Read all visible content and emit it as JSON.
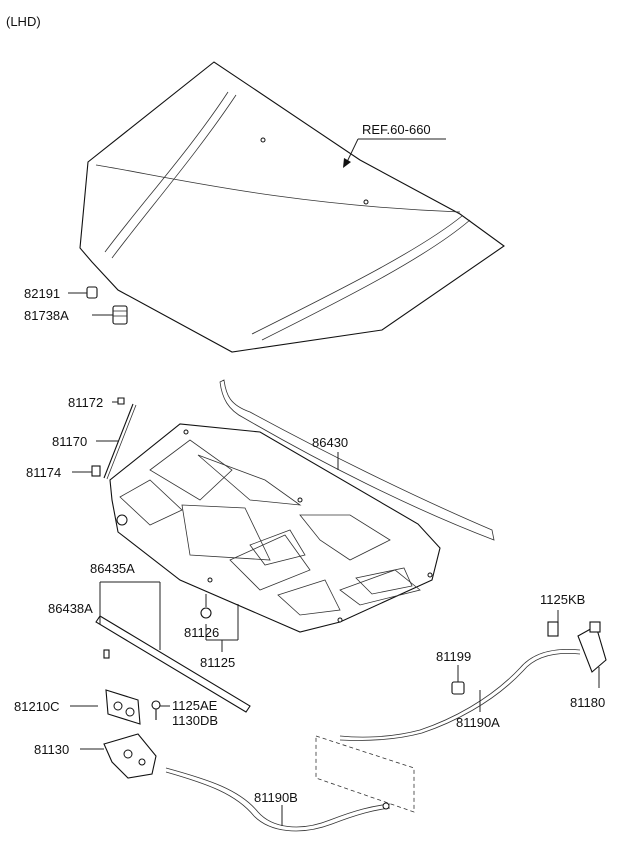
{
  "header": {
    "variant": "(LHD)"
  },
  "reference": "REF.60-660",
  "labels": {
    "p82191": "82191",
    "p81738A": "81738A",
    "p81172": "81172",
    "p81170": "81170",
    "p81174": "81174",
    "p86430": "86430",
    "p86435A": "86435A",
    "p86438A": "86438A",
    "p81126": "81126",
    "p81125": "81125",
    "p1125KB": "1125KB",
    "p81199": "81199",
    "p81180": "81180",
    "p81210C": "81210C",
    "p1125AE": "1125AE",
    "p1130DB": "1130DB",
    "p81130": "81130",
    "p81190A": "81190A",
    "p81190B": "81190B"
  }
}
